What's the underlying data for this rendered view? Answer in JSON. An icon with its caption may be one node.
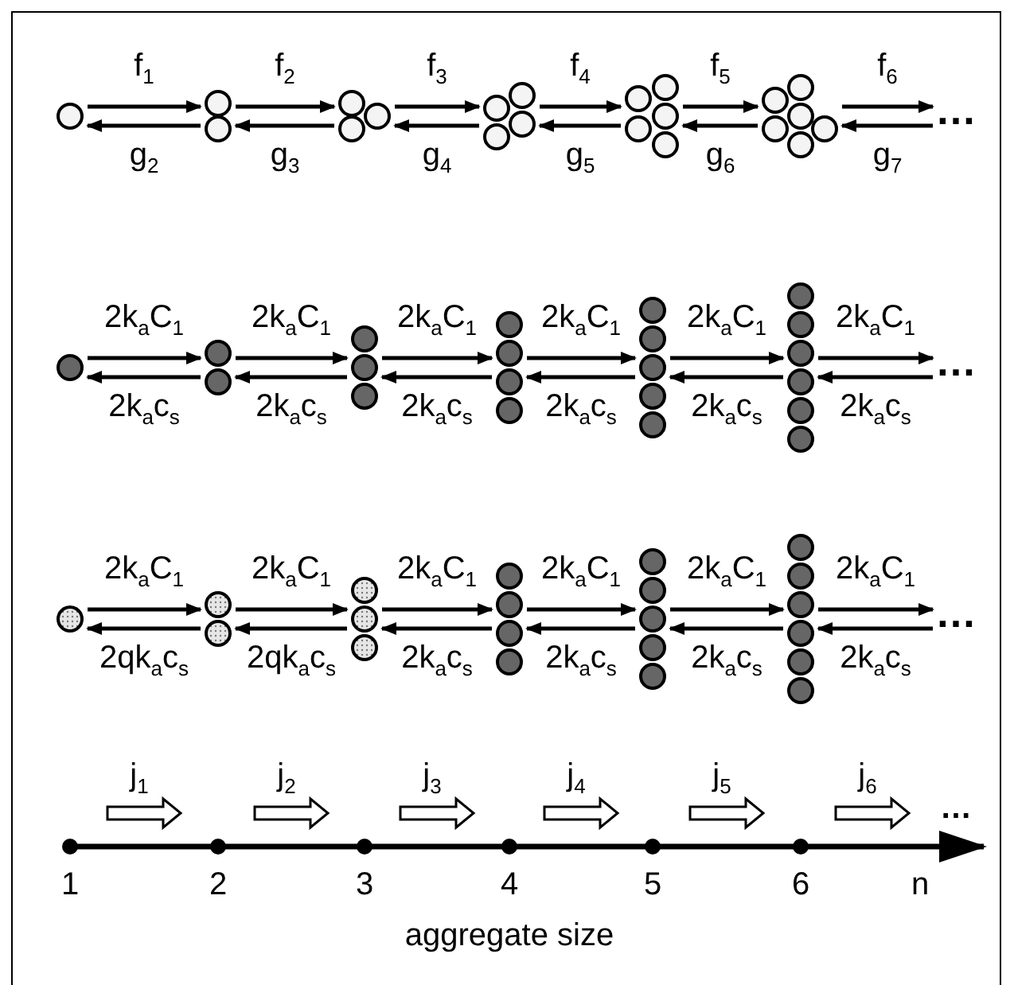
{
  "diagram": {
    "nodes": [
      {
        "text": [],
        "shape": "circle"
      },
      {
        "text": [],
        "shape": "circle"
      },
      {
        "text": [],
        "shape": "circle"
      },
      {
        "text": [],
        "shape": "circle"
      },
      {
        "text": [],
        "shape": "circle"
      },
      {
        "text": [],
        "shape": "circle"
      },
      {
        "text": [
          "…"
        ]
      },
      {
        "text": [],
        "shape": "circle"
      },
      {
        "text": [],
        "shape": "circle"
      },
      {
        "text": [],
        "shape": "circle"
      },
      {
        "text": [],
        "shape": "circle"
      },
      {
        "text": [],
        "shape": "circle"
      },
      {
        "text": [],
        "shape": "circle"
      },
      {
        "text": [
          "…"
        ]
      },
      {
        "text": [],
        "shape": "circle"
      },
      {
        "text": [],
        "shape": "circle"
      },
      {
        "text": [],
        "shape": "circle"
      },
      {
        "text": [],
        "shape": "circle"
      },
      {
        "text": [],
        "shape": "circle"
      },
      {
        "text": [],
        "shape": "circle"
      },
      {
        "text": [
          "…"
        ]
      }
    ],
    "edges": [
      {
        "from": 0,
        "to": 1,
        "arrow": "to",
        "label": "f$_{1}$"
      },
      {
        "from": 1,
        "to": 0,
        "arrow": "to",
        "label": "g$_{2}$"
      },
      {
        "from": 1,
        "to": 2,
        "arrow": "to",
        "label": "f$_{2}$"
      },
      {
        "from": 2,
        "to": 1,
        "arrow": "to",
        "label": "g$_{3}$"
      },
      {
        "from": 2,
        "to": 3,
        "arrow": "to",
        "label": "f$_{3}$"
      },
      {
        "from": 3,
        "to": 2,
        "arrow": "to",
        "label": "g$_{4}$"
      },
      {
        "from": 3,
        "to": 4,
        "arrow": "to",
        "label": "f$_{4}$"
      },
      {
        "from": 4,
        "to": 3,
        "arrow": "to",
        "label": "g$_{5}$"
      },
      {
        "from": 4,
        "to": 5,
        "arrow": "to",
        "label": "f$_{5}$"
      },
      {
        "from": 5,
        "to": 4,
        "arrow": "to",
        "label": "g$_{6}$"
      },
      {
        "from": 5,
        "to": 6,
        "arrow": "to",
        "label": "f$_{6}$"
      },
      {
        "from": 6,
        "to": 5,
        "arrow": "to",
        "label": "g$_{7}$"
      },
      {
        "from": 7,
        "to": 8,
        "arrow": "to",
        "label": "2k$_{a}$C$_{1}$"
      },
      {
        "from": 8,
        "to": 7,
        "arrow": "to",
        "label": "2k$_{a}$c$_{s}$"
      },
      {
        "from": 8,
        "to": 9,
        "arrow": "to",
        "label": "2k$_{a}$C$_{1}$"
      },
      {
        "from": 9,
        "to": 8,
        "arrow": "to",
        "label": "2k$_{a}$c$_{s}$"
      },
      {
        "from": 9,
        "to": 10,
        "arrow": "to",
        "label": "2k$_{a}$C$_{1}$"
      },
      {
        "from": 10,
        "to": 9,
        "arrow": "to",
        "label": "2k$_{a}$c$_{s}$"
      },
      {
        "from": 10,
        "to": 11,
        "arrow": "to",
        "label": "2k$_{a}$C$_{1}$"
      },
      {
        "from": 11,
        "to": 10,
        "arrow": "to",
        "label": "2k$_{a}$c$_{s}$"
      },
      {
        "from": 11,
        "to": 12,
        "arrow": "to",
        "label": "2k$_{a}$C$_{1}$"
      },
      {
        "from": 12,
        "to": 11,
        "arrow": "to",
        "label": "2k$_{a}$c$_{s}$"
      },
      {
        "from": 12,
        "to": 13,
        "arrow": "to",
        "label": "2k$_{a}$C$_{1}$"
      },
      {
        "from": 13,
        "to": 12,
        "arrow": "to",
        "label": "2k$_{a}$c$_{s}$"
      },
      {
        "from": 14,
        "to": 15,
        "arrow": "to",
        "label": "2k$_{a}$C$_{1}$"
      },
      {
        "from": 15,
        "to": 14,
        "arrow": "to",
        "label": "2qk$_{a}$c$_{s}$"
      },
      {
        "from": 15,
        "to": 16,
        "arrow": "to",
        "label": "2k$_{a}$C$_{1}$"
      },
      {
        "from": 16,
        "to": 15,
        "arrow": "to",
        "label": "2qk$_{a}$c$_{s}$"
      },
      {
        "from": 16,
        "to": 17,
        "arrow": "to",
        "label": "2k$_{a}$C$_{1}$"
      },
      {
        "from": 17,
        "to": 16,
        "arrow": "to",
        "label": "2k$_{a}$c$_{s}$"
      },
      {
        "from": 17,
        "to": 18,
        "arrow": "to",
        "label": "2k$_{a}$C$_{1}$"
      },
      {
        "from": 18,
        "to": 17,
        "arrow": "to",
        "label": "2k$_{a}$c$_{s}$"
      },
      {
        "from": 18,
        "to": 19,
        "arrow": "to",
        "label": "2k$_{a}$C$_{1}$"
      },
      {
        "from": 19,
        "to": 18,
        "arrow": "to",
        "label": "2k$_{a}$c$_{s}$"
      },
      {
        "from": 19,
        "to": 20,
        "arrow": "to",
        "label": "2k$_{a}$C$_{1}$"
      },
      {
        "from": 20,
        "to": 19,
        "arrow": "to",
        "label": "2k$_{a}$c$_{s}$"
      }
    ],
    "labels": [
      "j$_{1}$",
      "j$_{2}$",
      "j$_{3}$",
      "j$_{4}$",
      "j$_{5}$",
      "j$_{6}$",
      "…",
      "1",
      "2",
      "3",
      "4",
      "5",
      "6",
      "n",
      "aggregate size"
    ]
  }
}
